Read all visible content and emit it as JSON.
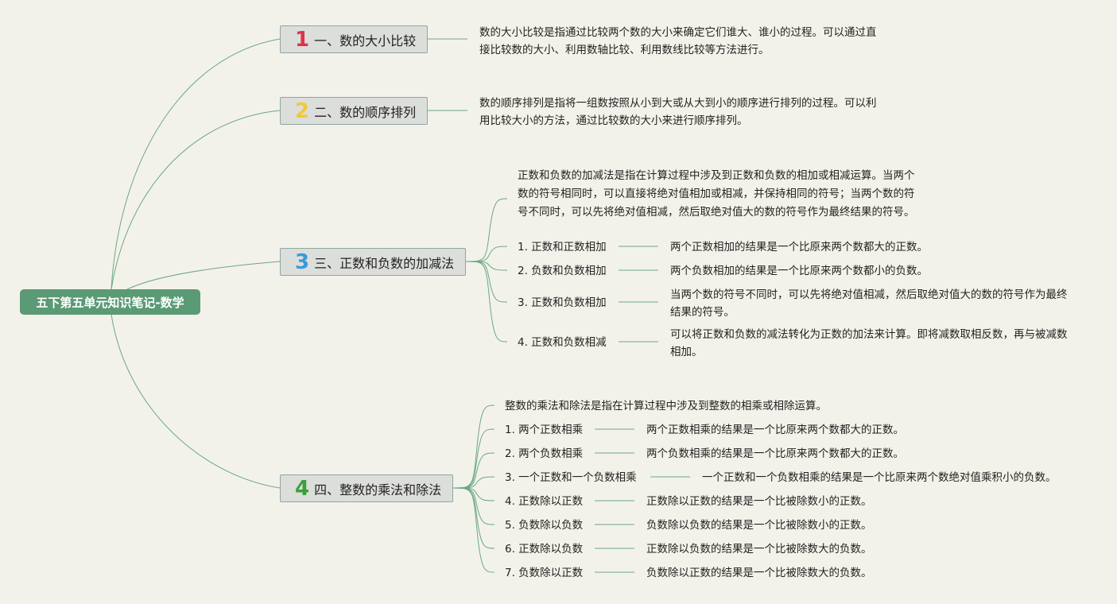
{
  "root": {
    "label": "五下第五单元知识笔记-数学"
  },
  "colors": {
    "link": "#6aa884",
    "root": "#5a9a74",
    "n1": "#e0334a",
    "n2": "#f0c93a",
    "n3": "#3a9ad9",
    "n4": "#3aa13a"
  },
  "topics": [
    {
      "num": "1",
      "label": "一、数的大小比较",
      "desc": "数的大小比较是指通过比较两个数的大小来确定它们谁大、谁小的过程。可以通过直接比较数的大小、利用数轴比较、利用数线比较等方法进行。"
    },
    {
      "num": "2",
      "label": "二、数的顺序排列",
      "desc": "数的顺序排列是指将一组数按照从小到大或从大到小的顺序进行排列的过程。可以利用比较大小的方法，通过比较数的大小来进行顺序排列。"
    },
    {
      "num": "3",
      "label": "三、正数和负数的加减法",
      "desc": "正数和负数的加减法是指在计算过程中涉及到正数和负数的相加或相减运算。当两个数的符号相同时，可以直接将绝对值相加或相减，并保持相同的符号；当两个数的符号不同时，可以先将绝对值相减，然后取绝对值大的数的符号作为最终结果的符号。",
      "items": [
        {
          "label": "1. 正数和正数相加",
          "desc": "两个正数相加的结果是一个比原来两个数都大的正数。"
        },
        {
          "label": "2. 负数和负数相加",
          "desc": "两个负数相加的结果是一个比原来两个数都小的负数。"
        },
        {
          "label": "3. 正数和负数相加",
          "desc": "当两个数的符号不同时，可以先将绝对值相减，然后取绝对值大的数的符号作为最终结果的符号。"
        },
        {
          "label": "4. 正数和负数相减",
          "desc": "可以将正数和负数的减法转化为正数的加法来计算。即将减数取相反数，再与被减数相加。"
        }
      ]
    },
    {
      "num": "4",
      "label": "四、整数的乘法和除法",
      "desc": "整数的乘法和除法是指在计算过程中涉及到整数的相乘或相除运算。",
      "items": [
        {
          "label": "1. 两个正数相乘",
          "desc": "两个正数相乘的结果是一个比原来两个数都大的正数。"
        },
        {
          "label": "2. 两个负数相乘",
          "desc": "两个负数相乘的结果是一个比原来两个数都大的正数。"
        },
        {
          "label": "3. 一个正数和一个负数相乘",
          "desc": "一个正数和一个负数相乘的结果是一个比原来两个数绝对值乘积小的负数。"
        },
        {
          "label": "4. 正数除以正数",
          "desc": "正数除以正数的结果是一个比被除数小的正数。"
        },
        {
          "label": "5. 负数除以负数",
          "desc": "负数除以负数的结果是一个比被除数小的正数。"
        },
        {
          "label": "6. 正数除以负数",
          "desc": "正数除以负数的结果是一个比被除数大的负数。"
        },
        {
          "label": "7. 负数除以正数",
          "desc": "负数除以正数的结果是一个比被除数大的负数。"
        }
      ]
    }
  ]
}
